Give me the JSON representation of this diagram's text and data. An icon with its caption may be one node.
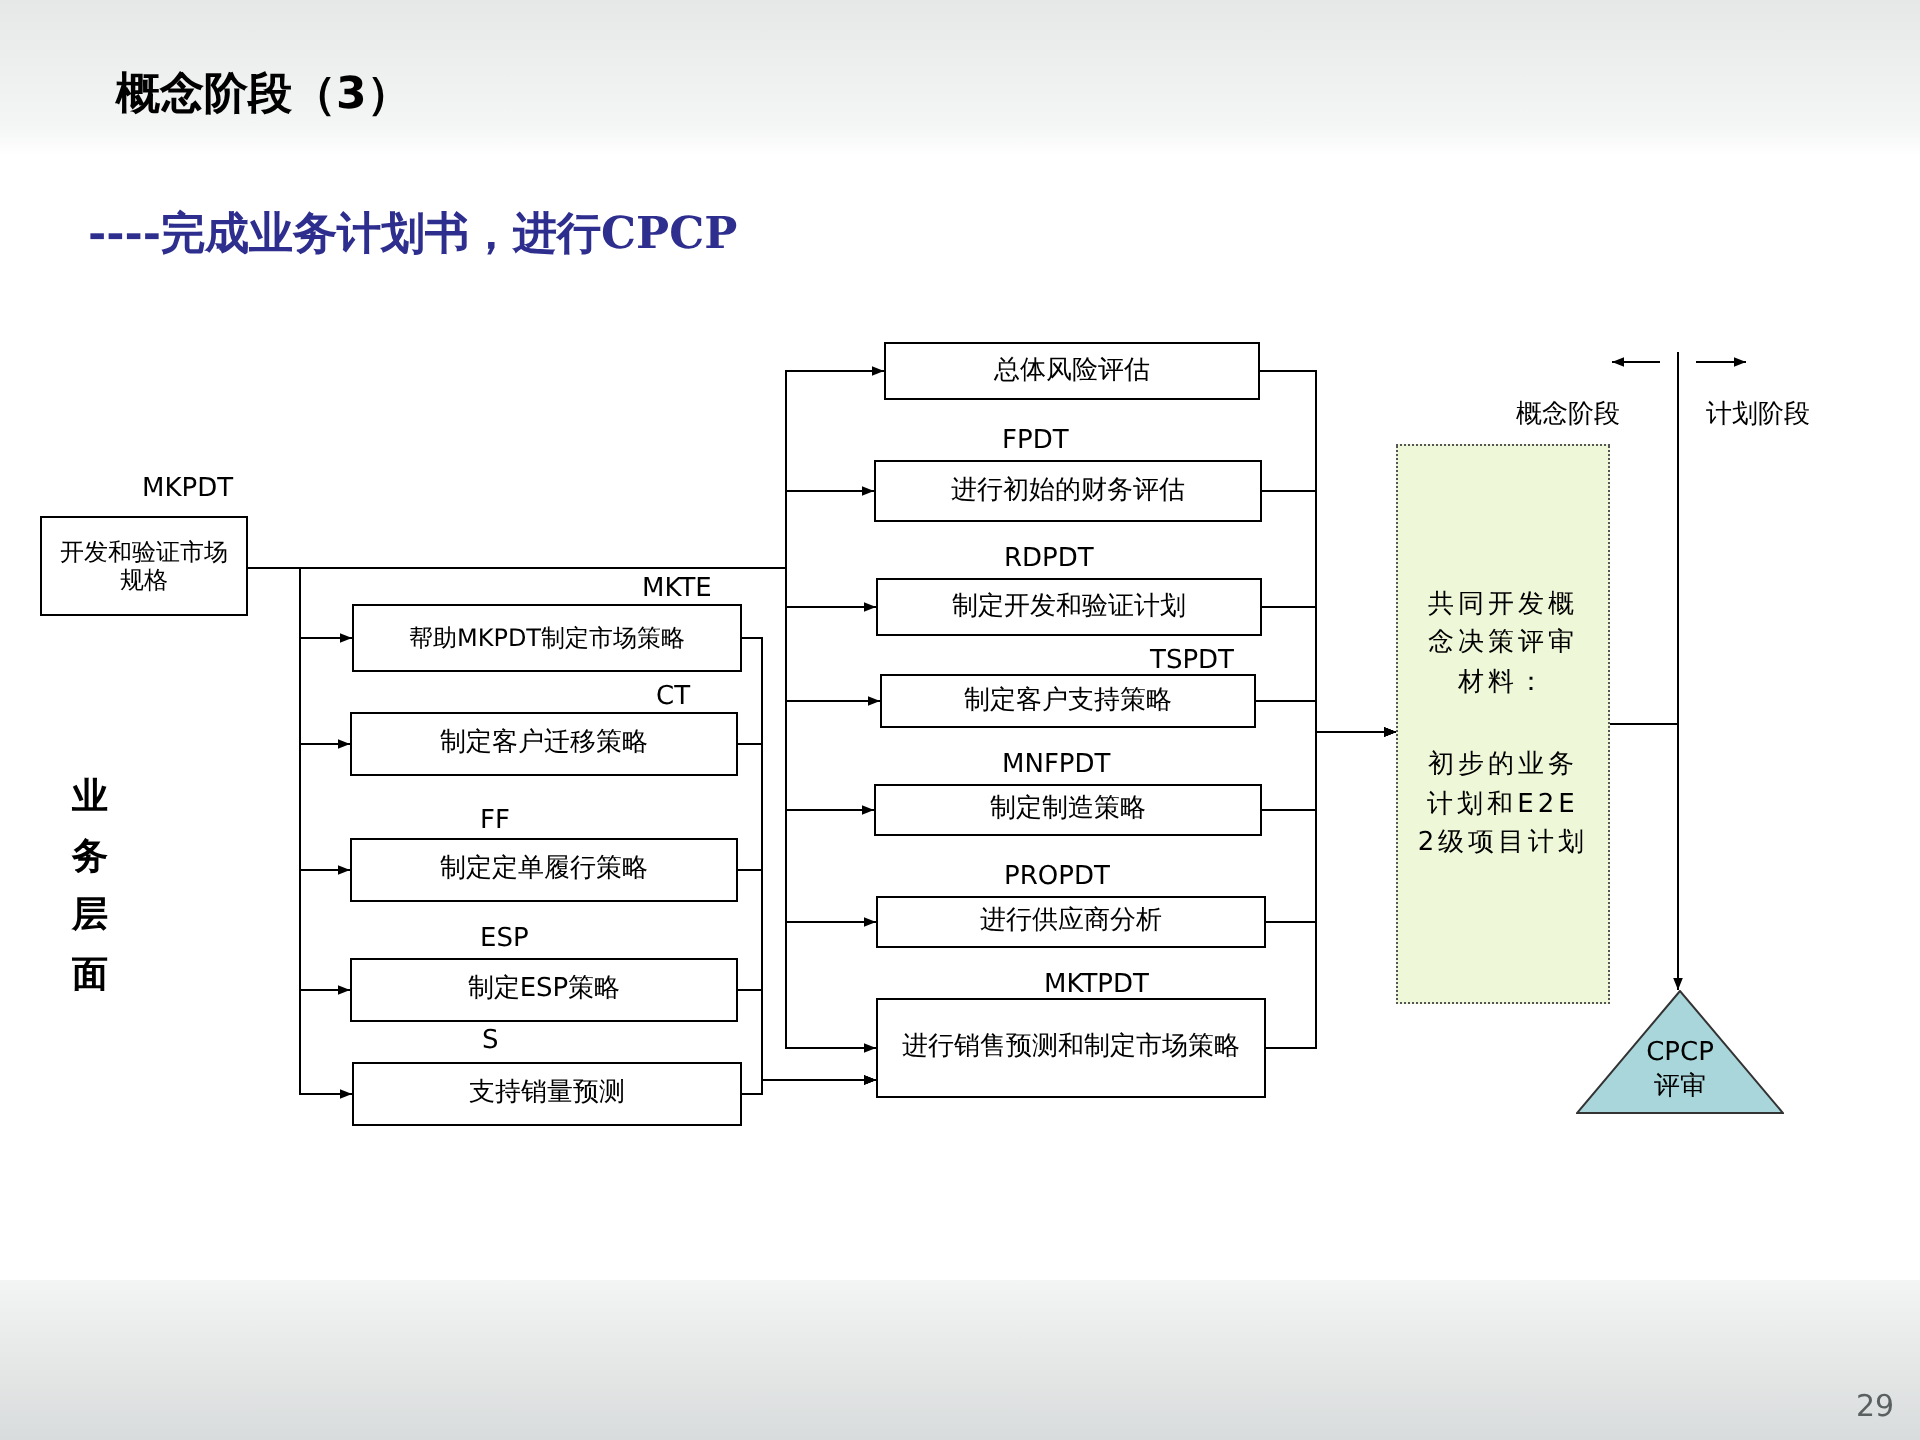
{
  "diagram": {
    "title": "概念阶段（3）",
    "nodes": [
      {
        "text": [
          "开发和验证市场规格"
        ],
        "beside": [
          "MKPDT"
        ]
      },
      {
        "text": [
          "帮助MKPDT制定市场策略"
        ],
        "beside": [
          "MKTE"
        ]
      },
      {
        "text": [
          "制定客户迁移策略"
        ],
        "beside": [
          "CT"
        ]
      },
      {
        "text": [
          "制定定单履行策略"
        ],
        "beside": [
          "FF"
        ]
      },
      {
        "text": [
          "制定ESP策略"
        ],
        "beside": [
          "ESP"
        ]
      },
      {
        "text": [
          "支持销量预测"
        ],
        "beside": [
          "S"
        ]
      },
      {
        "text": [
          "总体风险评估"
        ]
      },
      {
        "text": [
          "进行初始的财务评估"
        ],
        "beside": [
          "FPDT"
        ]
      },
      {
        "text": [
          "制定开发和验证计划"
        ],
        "beside": [
          "RDPDT"
        ]
      },
      {
        "text": [
          "制定客户支持策略"
        ],
        "beside": [
          "TSPDT"
        ]
      },
      {
        "text": [
          "制定制造策略"
        ],
        "beside": [
          "MNFPDT"
        ]
      },
      {
        "text": [
          "进行供应商分析"
        ],
        "beside": [
          "PROPDT"
        ]
      },
      {
        "text": [
          "进行销售预测和制定市场策略"
        ],
        "beside": [
          "MKTPDT"
        ]
      },
      {
        "text": [
          "共同开发概念决策评审材料：",
          "初步的业务计划和E2E 2级项目计划"
        ]
      },
      {
        "text": [
          "CPCP 评审"
        ]
      }
    ],
    "edges": [
      {
        "from": 0,
        "to": 1,
        "arrow": "to"
      },
      {
        "from": 0,
        "to": 2,
        "arrow": "to"
      },
      {
        "from": 0,
        "to": 3,
        "arrow": "to"
      },
      {
        "from": 0,
        "to": 4,
        "arrow": "to"
      },
      {
        "from": 0,
        "to": 5,
        "arrow": "to"
      },
      {
        "from": 0,
        "to": 6,
        "arrow": "to"
      },
      {
        "from": 0,
        "to": 7,
        "arrow": "to"
      },
      {
        "from": 0,
        "to": 8,
        "arrow": "to"
      },
      {
        "from": 0,
        "to": 9,
        "arrow": "to"
      },
      {
        "from": 0,
        "to": 10,
        "arrow": "to"
      },
      {
        "from": 0,
        "to": 11,
        "arrow": "to"
      },
      {
        "from": 0,
        "to": 12,
        "arrow": "to"
      },
      {
        "from": 1,
        "to": 12,
        "arrow": "to"
      },
      {
        "from": 2,
        "to": 12,
        "arrow": "to"
      },
      {
        "from": 3,
        "to": 12,
        "arrow": "to"
      },
      {
        "from": 4,
        "to": 12,
        "arrow": "to"
      },
      {
        "from": 5,
        "to": 12,
        "arrow": "to"
      },
      {
        "from": 6,
        "to": 13,
        "arrow": "to"
      },
      {
        "from": 7,
        "to": 13,
        "arrow": "to"
      },
      {
        "from": 8,
        "to": 13,
        "arrow": "to"
      },
      {
        "from": 9,
        "to": 13,
        "arrow": "to"
      },
      {
        "from": 10,
        "to": 13,
        "arrow": "to"
      },
      {
        "from": 11,
        "to": 13,
        "arrow": "to"
      },
      {
        "from": 12,
        "to": 13,
        "arrow": "to"
      },
      {
        "from": 13,
        "to": 14,
        "arrow": "to"
      }
    ],
    "labels": [
      "----完成业务计划书，进行CPCP",
      "业务层面",
      "概念阶段",
      "计划阶段",
      "29"
    ]
  }
}
